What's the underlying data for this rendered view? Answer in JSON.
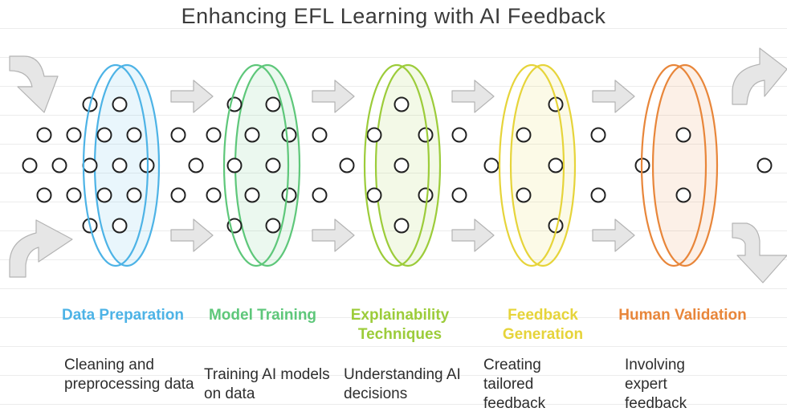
{
  "title": "Enhancing EFL Learning with AI Feedback",
  "stages": [
    {
      "title": "Data Preparation",
      "description": "Cleaning and preprocessing data",
      "color": "#4db3e6",
      "icon": "ellipse-ring"
    },
    {
      "title": "Model Training",
      "description": "Training AI models on data",
      "color": "#5ec77a",
      "icon": "ellipse-ring"
    },
    {
      "title": "Explainability Techniques",
      "description": "Understanding AI decisions",
      "color": "#9ccc3a",
      "icon": "ellipse-ring"
    },
    {
      "title": "Feedback Generation",
      "description": "Creating tailored feedback",
      "color": "#e6d43a",
      "icon": "ellipse-ring"
    },
    {
      "title": "Human Validation",
      "description": "Involving expert feedback",
      "color": "#e8863a",
      "icon": "ellipse-ring"
    }
  ],
  "arrow_color": "#e6e6e6",
  "dot_color": "#222222"
}
